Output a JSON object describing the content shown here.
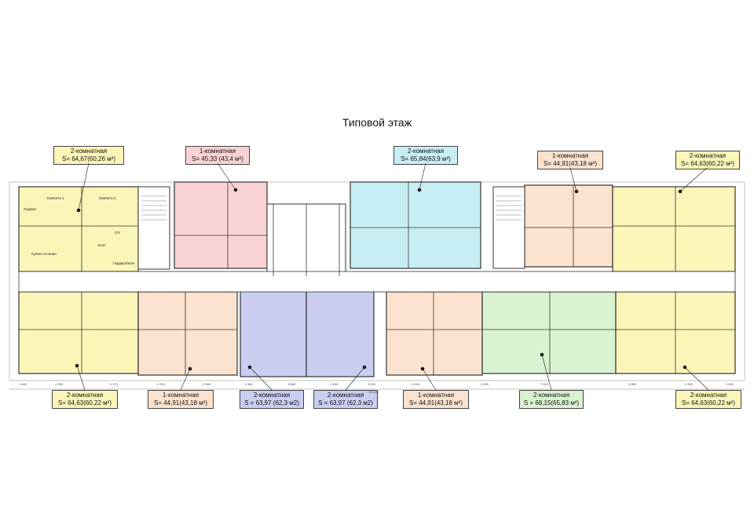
{
  "title": "Типовой этаж",
  "colors": {
    "yellow": "#fbf6b8",
    "pink": "#f9d3d3",
    "blue": "#c9cdf0",
    "cyan": "#c7eef2",
    "peach": "#fbe3cf",
    "green": "#d9f2cf",
    "wall": "#333333"
  },
  "top_labels": [
    {
      "type": "2-комнатная",
      "area": "S= 64,67(60,26 м²)",
      "color": "#fbf6b8"
    },
    {
      "type": "1-комнатная",
      "area": "S= 45,33 (43,4 м²)",
      "color": "#f9d3d3"
    },
    {
      "type": "2-комнатная",
      "area": "S= 65,84(63,9 м²)",
      "color": "#c7eef2"
    },
    {
      "type": "1-комнатная",
      "area": "S= 44,91(43,18 м²)",
      "color": "#fbe3cf"
    },
    {
      "type": "2-комнатная",
      "area": "S= 64,63(60,22 м²)",
      "color": "#fbf6b8"
    }
  ],
  "bottom_labels": [
    {
      "type": "2-комнатная",
      "area": "S= 64,63(60,22 м²)",
      "color": "#fbf6b8"
    },
    {
      "type": "1-комнатная",
      "area": "S= 44,91(43,18 м²)",
      "color": "#fbe3cf"
    },
    {
      "type": "2-комнатная",
      "area": "S = 63,97 (62,3 м2)",
      "color": "#c9cdf0"
    },
    {
      "type": "2-комнатная",
      "area": "S = 63,97 (62,3 м2)",
      "color": "#c9cdf0"
    },
    {
      "type": "1-комнатная",
      "area": "S= 44,91(43,18 м²)",
      "color": "#fbe3cf"
    },
    {
      "type": "2-комнатная",
      "area": "S = 68,15(65,83 м²)",
      "color": "#d9f2cf"
    },
    {
      "type": "2-комнатная",
      "area": "S= 64,63(60,22 м²)",
      "color": "#fbf6b8"
    }
  ],
  "room_labels": [
    "Комната 1",
    "Комната 2",
    "Кухня-гостиная",
    "Холл",
    "С/У",
    "Гардеробная",
    "Лоджия"
  ],
  "dimensions": [
    "1 640",
    "4 330",
    "4 270",
    "4 230",
    "3 540",
    "3 460",
    "3 580",
    "3 460",
    "3 540",
    "4 230",
    "4 250",
    "7 510",
    "4 260",
    "4 330",
    "1 640",
    "65 840"
  ]
}
